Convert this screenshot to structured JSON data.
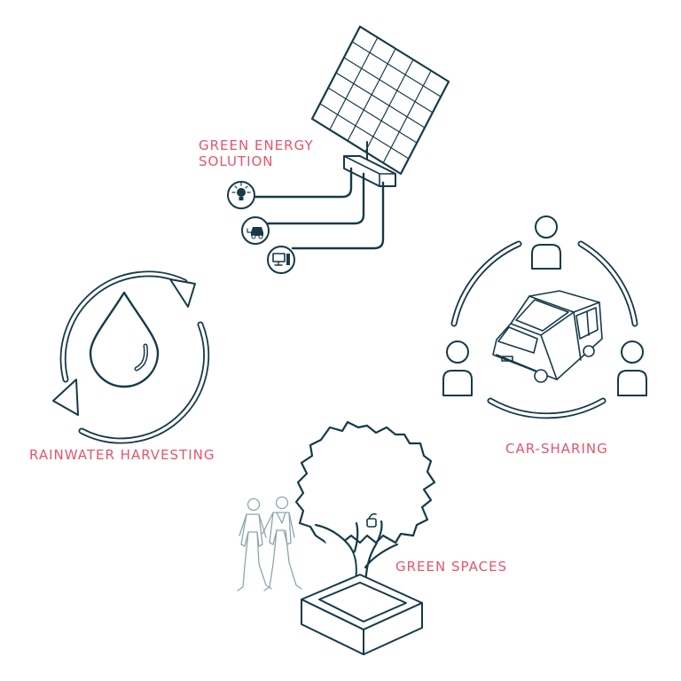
{
  "colors": {
    "stroke": "#163a48",
    "label": "#e8536b",
    "people": "#8ea6ae",
    "background": "#ffffff"
  },
  "labels": {
    "green_energy_line1": "GREEN ENERGY",
    "green_energy_line2": "SOLUTION",
    "car_sharing": "CAR-SHARING",
    "rainwater_harvesting": "RAINWATER HARVESTING",
    "green_spaces": "GREEN SPACES"
  },
  "icons": {
    "energy_outputs": [
      "lightbulb-icon",
      "electric-car-plug-icon",
      "computer-icon"
    ],
    "people": [
      "person-icon",
      "person-icon",
      "person-icon"
    ]
  }
}
